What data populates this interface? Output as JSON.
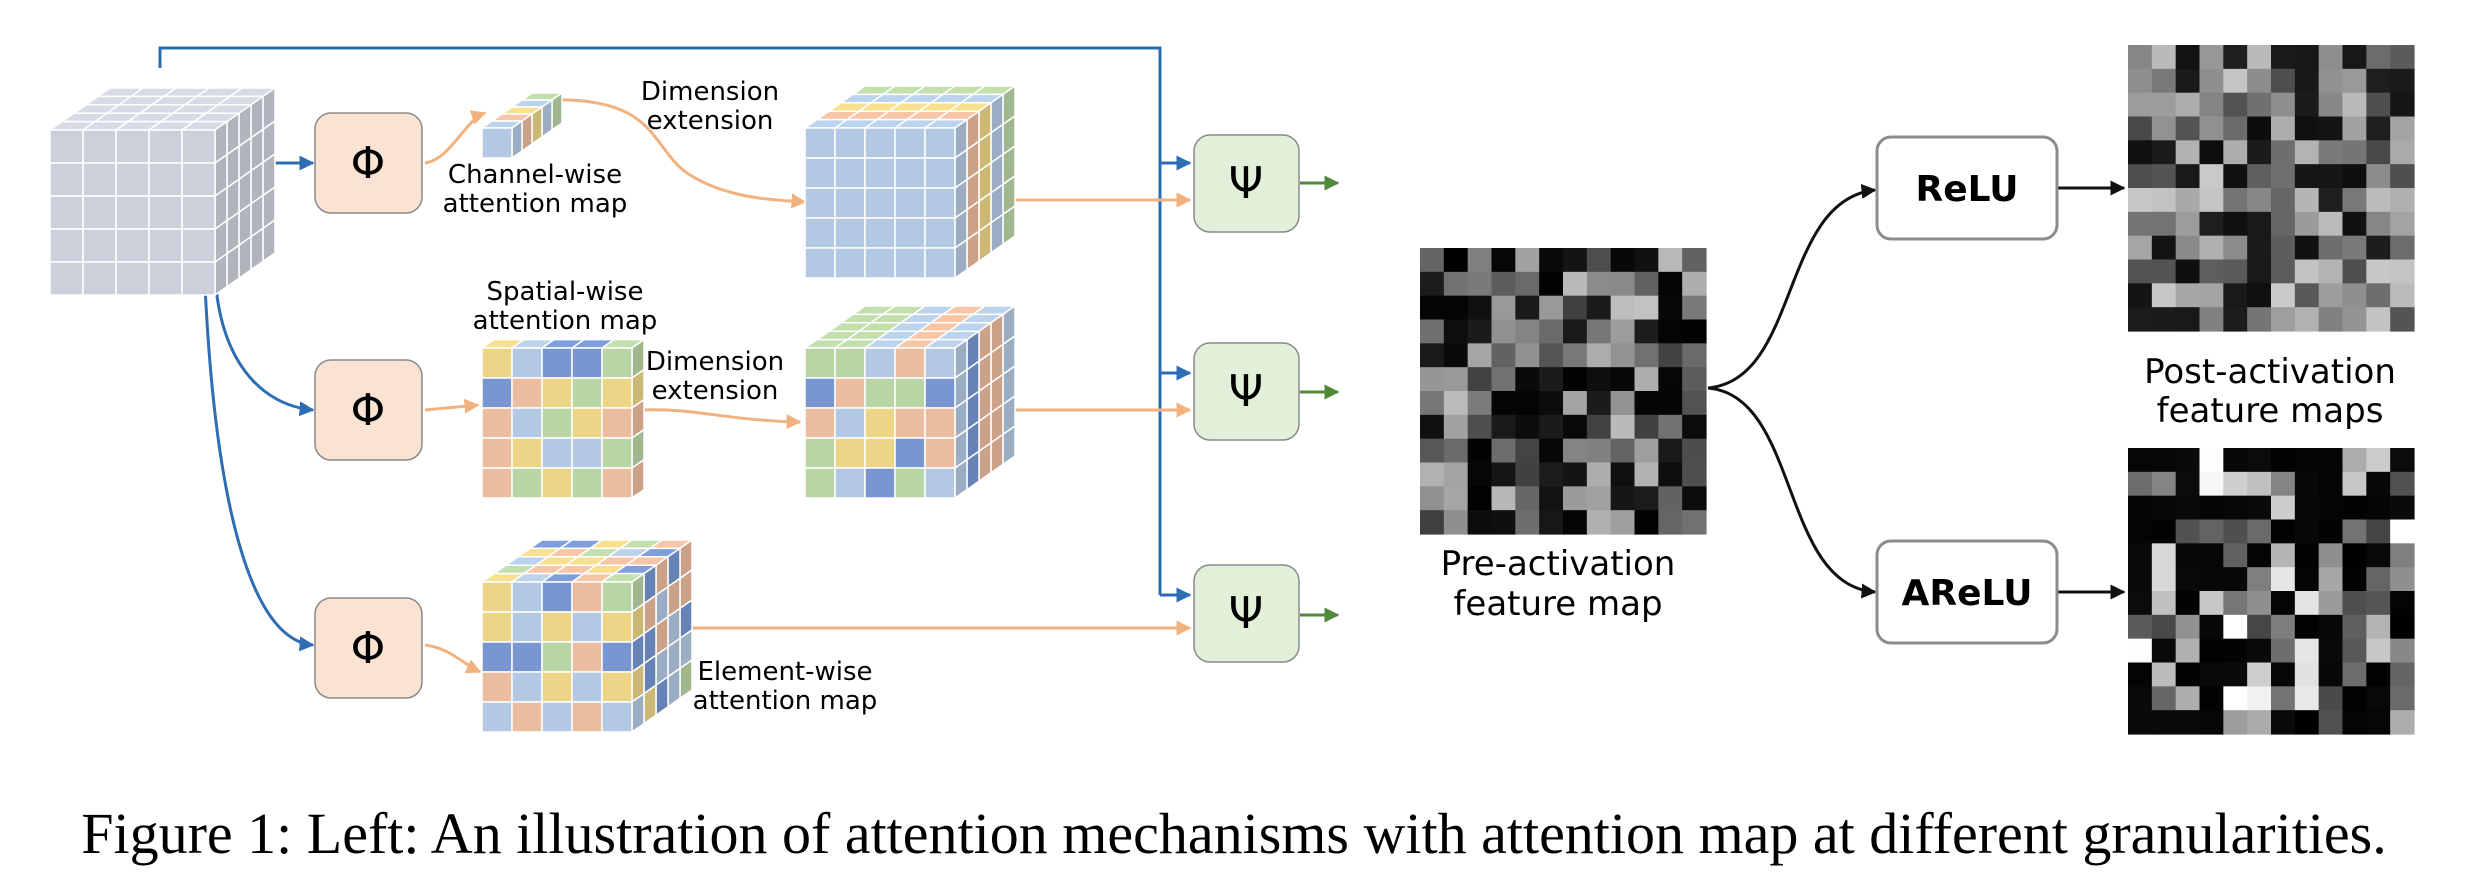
{
  "left": {
    "phi_symbol": "Φ",
    "psi_symbol": "Ψ",
    "channel_label": [
      "Channel-wise",
      "attention map"
    ],
    "spatial_label": [
      "Spatial-wise",
      "attention map"
    ],
    "element_label": [
      "Element-wise",
      "attention map"
    ],
    "dimension_extension_label": [
      "Dimension",
      "extension"
    ]
  },
  "right": {
    "relu_label": "ReLU",
    "arelu_label": "AReLU",
    "pre_label": [
      "Pre-activation",
      "feature map"
    ],
    "post_label": [
      "Post-activation",
      "feature maps"
    ]
  },
  "colors": {
    "skip_arrow": "#2e6db4",
    "attention_arrow": "#f2b27f",
    "output_arrow": "#4f8a3a",
    "phi_fill": "#fbe3d3",
    "psi_fill": "#e2f0da",
    "cube_gray": "#d6dbe6",
    "cube_blue": "#bcd3ee",
    "cube_green": "#c3dfae",
    "cube_yellow": "#f8e08e",
    "cube_peach": "#f7c6a6",
    "cube_darkblue": "#7e9fdc"
  },
  "caption": "Figure 1: Left: An illustration of attention mechanisms with attention map at different granularities."
}
